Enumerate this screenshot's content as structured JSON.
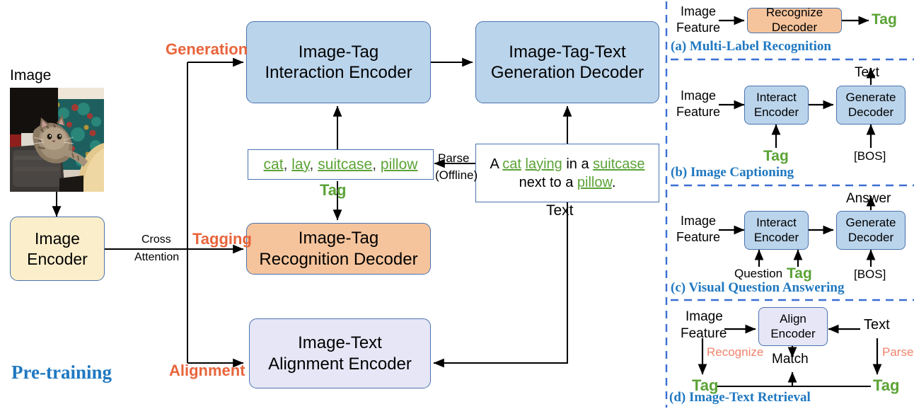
{
  "diagram": {
    "title": "Tag2Text pre-training framework and downstream tasks",
    "colors": {
      "blue_fill": "#BAD4EB",
      "orange_fill": "#F6C49C",
      "cream_fill": "#FBEECA",
      "lavender_fill": "#E6E6F7",
      "box_border": "#4A73AE",
      "accent_orange": "#E8653C",
      "accent_green": "#5BA336",
      "accent_blue": "#1F78C1",
      "divider_blue": "#3B6FD4"
    }
  },
  "left_panel": {
    "section_label": "Pre-training",
    "image_label": "Image",
    "boxes": {
      "image_encoder": "Image\nEncoder",
      "interaction_encoder": "Image-Tag\nInteraction Encoder",
      "generation_decoder": "Image-Tag-Text\nGeneration Decoder",
      "recognition_decoder": "Image-Tag\nRecognition Decoder",
      "alignment_encoder": "Image-Text\nAlignment Encoder"
    },
    "branch_labels": {
      "generation": "Generation",
      "tagging": "Tagging",
      "alignment": "Alignment"
    },
    "edge_labels": {
      "cross": "Cross",
      "attention": "Attention",
      "parse": "Parse",
      "parse_offline": "(Offline)"
    },
    "tag_box": {
      "caption": "Tag",
      "words": [
        "cat",
        "lay",
        "suitcase",
        "pillow"
      ],
      "separator": ", "
    },
    "text_box": {
      "caption": "Text",
      "line1_parts": [
        {
          "t": "A ",
          "tag": false
        },
        {
          "t": "cat",
          "tag": true
        },
        {
          "t": " ",
          "tag": false
        },
        {
          "t": "laying",
          "tag": true
        },
        {
          "t": " in a ",
          "tag": false
        },
        {
          "t": "suitcase",
          "tag": true
        }
      ],
      "line2_parts": [
        {
          "t": "next to a ",
          "tag": false
        },
        {
          "t": "pillow",
          "tag": true
        },
        {
          "t": ".",
          "tag": false
        }
      ],
      "plain": "A cat laying in a suitcase next to a pillow."
    }
  },
  "right_panels": [
    {
      "id": "a",
      "caption": "(a) Multi-Label Recognition",
      "input_label": "Image\nFeature",
      "input_line1": "Image",
      "input_line2": "Feature",
      "box_label": "Recognize Decoder",
      "box_color": "orange",
      "output_label": "Tag"
    },
    {
      "id": "b",
      "caption": "(b) Image Captioning",
      "input_line1": "Image",
      "input_line2": "Feature",
      "box1_label": "Interact\nEncoder",
      "box1_line1": "Interact",
      "box1_line2": "Encoder",
      "box2_label": "Generate\nDecoder",
      "box2_line1": "Generate",
      "box2_line2": "Decoder",
      "box1_input": "Tag",
      "box2_input": "[BOS]",
      "output_label": "Text"
    },
    {
      "id": "c",
      "caption": "(c) Visual Question Answering",
      "input_line1": "Image",
      "input_line2": "Feature",
      "box1_line1": "Interact",
      "box1_line2": "Encoder",
      "box2_line1": "Generate",
      "box2_line2": "Decoder",
      "box1_input_a": "Question",
      "box1_input_b": "Tag",
      "box2_input": "[BOS]",
      "output_label": "Answer"
    },
    {
      "id": "d",
      "caption": "(d) Image-Text Retrieval",
      "input_line1": "Image",
      "input_line2": "Feature",
      "box_line1": "Align",
      "box_line2": "Encoder",
      "right_input": "Text",
      "left_edge_label": "Recognize",
      "right_edge_label": "Parse",
      "left_tag": "Tag",
      "right_tag": "Tag",
      "match_label": "Match"
    }
  ]
}
